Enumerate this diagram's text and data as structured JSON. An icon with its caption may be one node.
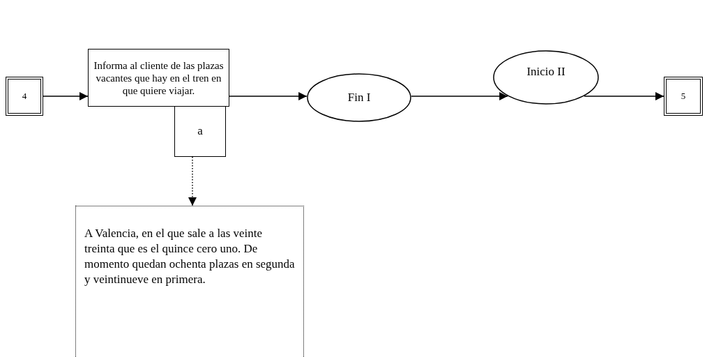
{
  "diagram": {
    "nodes": [
      {
        "text": [
          "4"
        ]
      },
      {
        "text": [
          "Informa al cliente de las plazas vacantes que hay en el tren en que quiere viajar."
        ]
      },
      {
        "text": [
          "a"
        ]
      },
      {
        "text": [
          "Fin I"
        ]
      },
      {
        "text": [
          "Inicio II"
        ]
      },
      {
        "text": [
          "5"
        ]
      },
      {
        "text": [
          "A Valencia, en el que sale a las veinte treinta que es el quince cero uno. De momento quedan ochenta plazas en segunda y veintinueve en primera."
        ]
      }
    ],
    "edges": [
      {
        "from": 0,
        "to": 1,
        "arrow": "to"
      },
      {
        "from": 1,
        "to": 3,
        "arrow": "to"
      },
      {
        "from": 3,
        "to": 4,
        "arrow": "to"
      },
      {
        "from": 4,
        "to": 5,
        "arrow": "to"
      },
      {
        "from": 2,
        "to": 6,
        "arrow": "to",
        "style": "dashed"
      }
    ]
  }
}
